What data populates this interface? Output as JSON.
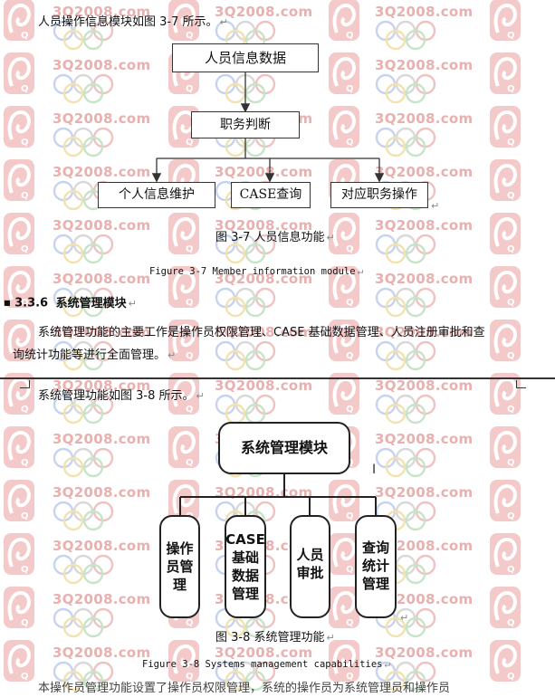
{
  "watermark": {
    "site_text": "3Q2008.com",
    "logo_icon": "3q-logo-icon",
    "rings_icon": "olympic-rings-icon"
  },
  "intro_3_7": "人员操作信息模块如图 3-7 所示。",
  "fig37": {
    "root": "人员信息数据",
    "mid": "职务判断",
    "children": [
      "个人信息维护",
      "CASE查询",
      "对应职务操作"
    ],
    "caption_cn": "图 3-7  人员信息功能",
    "caption_en": "Figure 3-7 Member information module"
  },
  "section": {
    "number": "3.3.6",
    "title": "系统管理模块"
  },
  "para_line1": "系统管理功能的主要工作是操作员权限管理、CASE 基础数据管理、人员注册审批和查",
  "para_line2": "询统计功能等进行全面管理。",
  "intro_3_8": "系统管理功能如图 3-8 所示。",
  "fig38": {
    "root": "系统管理模块",
    "children": [
      "操作员管理",
      "CASE基础数据管理",
      "人员审批",
      "查询统计管理"
    ],
    "caption_cn": "图 3-8  系统管理功能",
    "caption_en": "Figure 3-8 Systems management capabilities"
  },
  "cut_line": "本操作员管理功能设置了操作员权限管理，系统的操作员为系统管理员和操作员"
}
